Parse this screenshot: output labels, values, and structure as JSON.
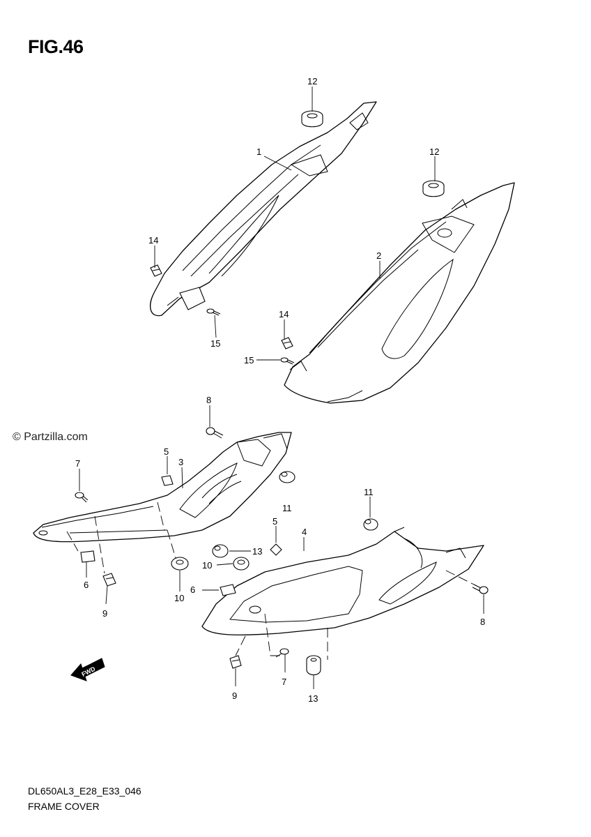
{
  "figure": {
    "title": "FIG.46",
    "watermark": "© Partzilla.com",
    "footer_code": "DL650AL3_E28_E33_046",
    "footer_name": "FRAME COVER"
  },
  "arrow_text": "FWD",
  "callouts": [
    {
      "id": "c12a",
      "label": "12"
    },
    {
      "id": "c1",
      "label": "1"
    },
    {
      "id": "c12b",
      "label": "12"
    },
    {
      "id": "c14a",
      "label": "14"
    },
    {
      "id": "c2",
      "label": "2"
    },
    {
      "id": "c14b",
      "label": "14"
    },
    {
      "id": "c15a",
      "label": "15"
    },
    {
      "id": "c15b",
      "label": "15"
    },
    {
      "id": "c8a",
      "label": "8"
    },
    {
      "id": "c5a",
      "label": "5"
    },
    {
      "id": "c3",
      "label": "3"
    },
    {
      "id": "c7a",
      "label": "7"
    },
    {
      "id": "c11a",
      "label": "11"
    },
    {
      "id": "c11b",
      "label": "11"
    },
    {
      "id": "c5b",
      "label": "5"
    },
    {
      "id": "c4",
      "label": "4"
    },
    {
      "id": "c13a",
      "label": "13"
    },
    {
      "id": "c10a",
      "label": "10"
    },
    {
      "id": "c6a",
      "label": "6"
    },
    {
      "id": "c6b",
      "label": "6"
    },
    {
      "id": "c10b",
      "label": "10"
    },
    {
      "id": "c9a",
      "label": "9"
    },
    {
      "id": "c8b",
      "label": "8"
    },
    {
      "id": "c7b",
      "label": "7"
    },
    {
      "id": "c9b",
      "label": "9"
    },
    {
      "id": "c13b",
      "label": "13"
    }
  ]
}
